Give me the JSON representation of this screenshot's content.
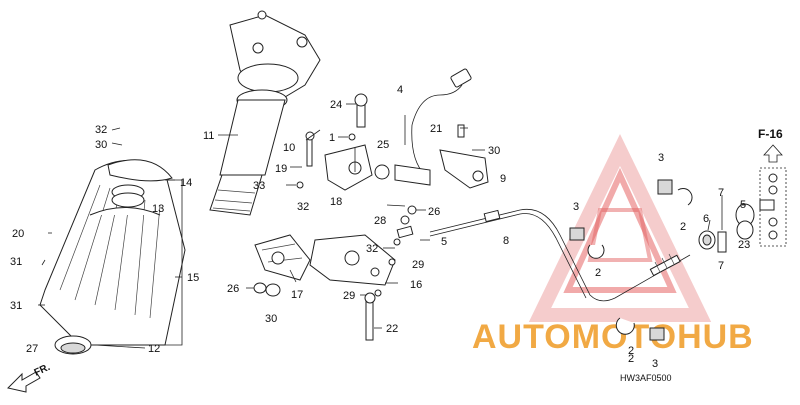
{
  "diagram": {
    "ref_code": "F-16",
    "drawing_code": "HW3AF0500",
    "direction_label": "FR.",
    "watermark_text": "AUTOMOTOHUB",
    "colors": {
      "line": "#222222",
      "watermark_orange": "#f0a030",
      "watermark_red": "#e04848",
      "watermark_pink": "#f4c4c4"
    },
    "callouts": [
      {
        "id": "c11",
        "text": "11"
      },
      {
        "id": "c4",
        "text": "4"
      },
      {
        "id": "c24",
        "text": "24"
      },
      {
        "id": "c1",
        "text": "1"
      },
      {
        "id": "c21",
        "text": "21"
      },
      {
        "id": "c32a",
        "text": "32"
      },
      {
        "id": "c30a",
        "text": "30"
      },
      {
        "id": "c14",
        "text": "14"
      },
      {
        "id": "c13",
        "text": "13"
      },
      {
        "id": "c10",
        "text": "10"
      },
      {
        "id": "c25",
        "text": "25"
      },
      {
        "id": "c30b",
        "text": "30"
      },
      {
        "id": "c19",
        "text": "19"
      },
      {
        "id": "c33",
        "text": "33"
      },
      {
        "id": "c9",
        "text": "9"
      },
      {
        "id": "c32b",
        "text": "32"
      },
      {
        "id": "c18",
        "text": "18"
      },
      {
        "id": "c3a",
        "text": "3"
      },
      {
        "id": "c7",
        "text": "7"
      },
      {
        "id": "c5a",
        "text": "5"
      },
      {
        "id": "c26a",
        "text": "26"
      },
      {
        "id": "c28",
        "text": "28"
      },
      {
        "id": "c8",
        "text": "8"
      },
      {
        "id": "c5b",
        "text": "5"
      },
      {
        "id": "c3b",
        "text": "3"
      },
      {
        "id": "c6",
        "text": "6"
      },
      {
        "id": "c2a",
        "text": "2"
      },
      {
        "id": "c23",
        "text": "23"
      },
      {
        "id": "c20",
        "text": "20"
      },
      {
        "id": "c32c",
        "text": "32"
      },
      {
        "id": "c29a",
        "text": "29"
      },
      {
        "id": "c2b",
        "text": "2"
      },
      {
        "id": "c7b",
        "text": "7"
      },
      {
        "id": "c31a",
        "text": "31"
      },
      {
        "id": "c15",
        "text": "15"
      },
      {
        "id": "c16",
        "text": "16"
      },
      {
        "id": "c26b",
        "text": "26"
      },
      {
        "id": "c17",
        "text": "17"
      },
      {
        "id": "c29b",
        "text": "29"
      },
      {
        "id": "c2c",
        "text": "2"
      },
      {
        "id": "c31b",
        "text": "31"
      },
      {
        "id": "c30c",
        "text": "30"
      },
      {
        "id": "c22",
        "text": "22"
      },
      {
        "id": "c12",
        "text": "12"
      },
      {
        "id": "c27",
        "text": "27"
      },
      {
        "id": "c2d",
        "text": "2"
      },
      {
        "id": "c3c",
        "text": "3"
      }
    ]
  }
}
